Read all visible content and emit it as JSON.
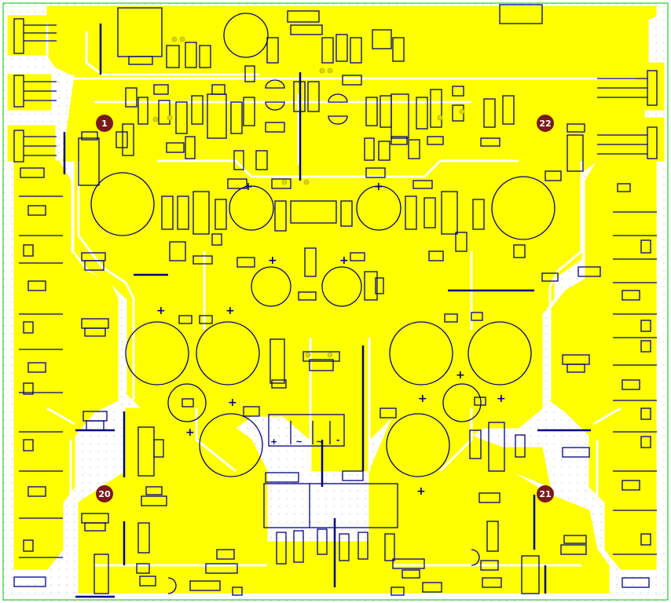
{
  "board": {
    "colors": {
      "background": "#ffffff",
      "copper": "#ffff00",
      "silk": "#000080",
      "dot_grid": "#c8c8c8",
      "outline": "#00c000",
      "hole": "#7a1a1a",
      "hole_text": "#ffffff",
      "pad": "#d8d800"
    },
    "mounting_holes": [
      {
        "label": "1"
      },
      {
        "label": "22"
      },
      {
        "label": "20"
      },
      {
        "label": "21"
      }
    ],
    "polarity_mark": "+",
    "bridge_marks": [
      "+",
      "~",
      "~",
      "-"
    ]
  }
}
